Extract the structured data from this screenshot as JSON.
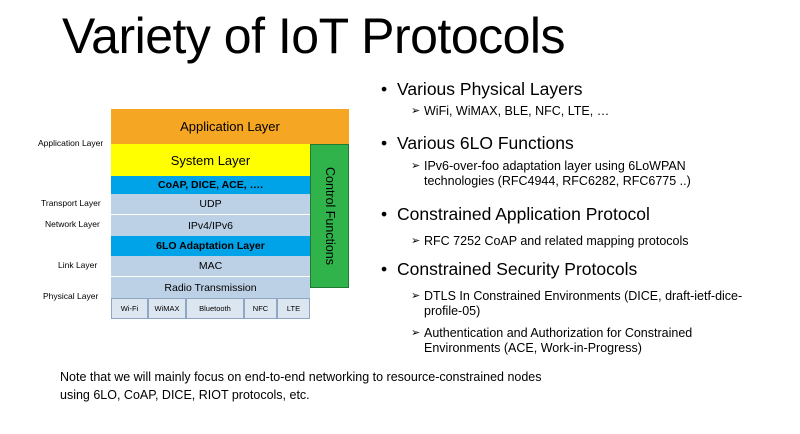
{
  "slide": {
    "title": "Variety of IoT Protocols"
  },
  "diagram": {
    "side_labels": [
      "Application Layer",
      "Transport Layer",
      "Network Layer",
      "Link Layer",
      "Physical Layer"
    ],
    "layers": {
      "application": "Application Layer",
      "system": "System Layer",
      "coap": "CoAP, DICE, ACE, ….",
      "udp": "UDP",
      "ipv": "IPv4/IPv6",
      "sixlo": "6LO Adaptation Layer",
      "mac": "MAC",
      "radio": "Radio Transmission",
      "control": "Control Functions"
    },
    "physical": [
      "Wi-Fi",
      "WiMAX",
      "Bluetooth",
      "NFC",
      "LTE"
    ],
    "colors": {
      "application": "#f5a623",
      "system": "#ffff00",
      "highlight": "#00a2e8",
      "layer": "#bcd0e6",
      "control": "#2fb34a"
    }
  },
  "bullets": [
    {
      "text": "Various Physical Layers",
      "subs": [
        "WiFi, WiMAX, BLE, NFC, LTE, …"
      ]
    },
    {
      "text": "Various 6LO Functions",
      "subs": [
        "IPv6-over-foo adaptation layer using 6LoWPAN technologies (RFC4944, RFC6282, RFC6775 ..)"
      ]
    },
    {
      "text": "Constrained Application Protocol",
      "subs": [
        "RFC 7252 CoAP and related mapping protocols"
      ]
    },
    {
      "text": "Constrained Security Protocols",
      "subs": [
        "DTLS In Constrained Environments (DICE, draft-ietf-dice-profile-05)",
        "Authentication and Authorization for Constrained Environments (ACE, Work-in-Progress)"
      ]
    }
  ],
  "icons": {
    "bullet": "•",
    "arrow": "➢"
  },
  "note": {
    "line1": "Note that we will mainly focus on end-to-end networking to resource-constrained nodes",
    "line2": "using 6LO, CoAP, DICE, RIOT protocols, etc."
  }
}
